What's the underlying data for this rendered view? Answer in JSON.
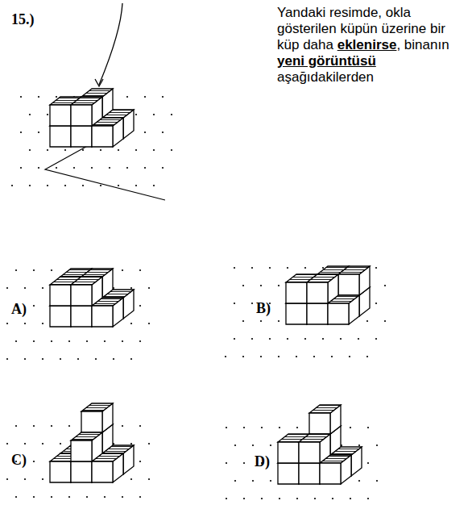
{
  "diagram": {
    "labels": [
      "15.)",
      "Yandaki resimde, okla gösterilen küpün üzerine bir küp daha",
      "eklenirse",
      ", binanın",
      "yeni görüntüsü",
      "aşağıdakilerden",
      "A)",
      "B)",
      "C)",
      "D)"
    ]
  }
}
